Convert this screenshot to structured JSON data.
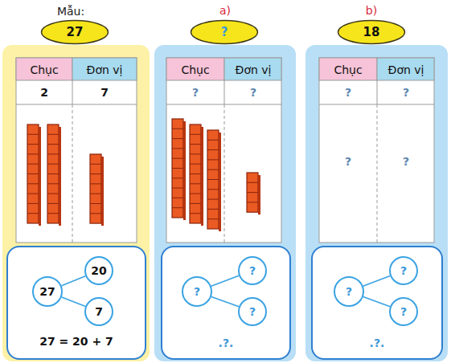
{
  "diagram": {
    "nodes": [
      {
        "text": [
          "27"
        ]
      },
      {
        "text": [
          "27 = 20 + 7"
        ]
      },
      {
        "text": [
          "27"
        ],
        "in": 1
      },
      {
        "text": [
          "20"
        ],
        "in": 1
      },
      {
        "text": [
          "7"
        ],
        "in": 1
      },
      {
        "text": [
          "?"
        ]
      },
      {
        "text": [
          ".?."
        ]
      },
      {
        "text": [
          "?"
        ],
        "in": 6
      },
      {
        "text": [
          "?"
        ],
        "in": 6
      },
      {
        "text": [
          "?"
        ],
        "in": 6
      },
      {
        "text": [
          "18"
        ]
      },
      {
        "text": [
          ".?."
        ]
      },
      {
        "text": [
          "?"
        ],
        "in": 11
      },
      {
        "text": [
          "?"
        ],
        "in": 11
      },
      {
        "text": [
          "?"
        ],
        "in": 11
      }
    ],
    "edges": [
      {
        "from": 2,
        "to": 3,
        "arrow": "none"
      },
      {
        "from": 2,
        "to": 4,
        "arrow": "none"
      },
      {
        "from": 7,
        "to": 8,
        "arrow": "none"
      },
      {
        "from": 7,
        "to": 9,
        "arrow": "none"
      },
      {
        "from": 12,
        "to": 13,
        "arrow": "none"
      },
      {
        "from": 12,
        "to": 14,
        "arrow": "none"
      }
    ],
    "labels": [
      "Mẫu:",
      "a)",
      "b)",
      "Chục",
      "Đơn vị",
      "2",
      "7",
      "Chục",
      "Đơn vị",
      "?",
      "?",
      "Chục",
      "Đơn vị",
      "?",
      "?",
      "?",
      "?"
    ]
  }
}
